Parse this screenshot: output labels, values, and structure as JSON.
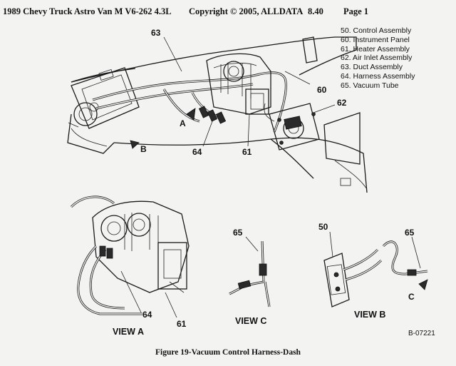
{
  "header": {
    "title": "1989 Chevy Truck Astro Van M V6-262 4.3L",
    "copyright": "Copyright © 2005, ALLDATA",
    "version": "8.40",
    "page": "Page 1"
  },
  "legend": [
    "50. Control Assembly",
    "60. Instrument Panel",
    "61. Heater Assembly",
    "62. Air Inlet Assembly",
    "63. Duct Assembly",
    "64. Harness Assembly",
    "65. Vacuum Tube"
  ],
  "callouts": {
    "c50": "50",
    "c60": "60",
    "c61": "61",
    "c62": "62",
    "c63": "63",
    "c64": "64",
    "c65": "65",
    "arrowA": "A",
    "arrowB": "B",
    "arrowC": "C"
  },
  "views": {
    "a": "VIEW A",
    "b": "VIEW B",
    "c": "VIEW C"
  },
  "refnum": "B-07221",
  "caption": "Figure 19-Vacuum Control Harness-Dash"
}
